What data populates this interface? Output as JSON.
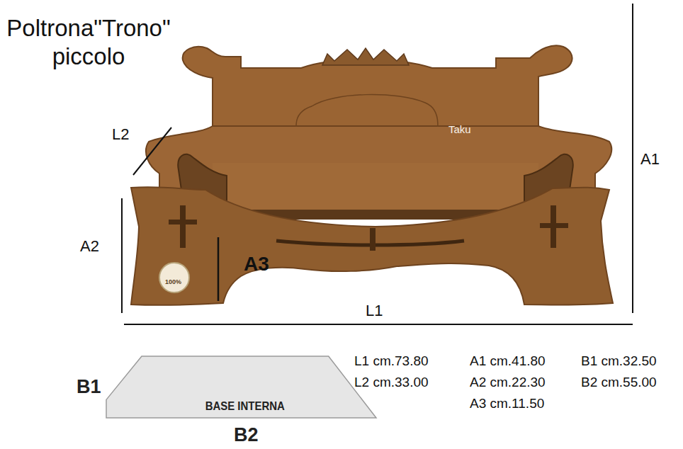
{
  "diagram": {
    "title": "Poltrona\"Trono\" piccolo",
    "nodes": [
      {
        "text": [
          "BASE INTERNA"
        ]
      }
    ],
    "labels": [
      "L2",
      "A2",
      "A3",
      "L1",
      "A1",
      "Taku",
      "100%",
      "B1",
      "B2",
      "L1 cm.73.80",
      "A1 cm.41.80",
      "B1 cm.32.50",
      "L2 cm.33.00",
      "A2 cm.22.30",
      "B2 cm.55.00",
      "A3 cm.11.50"
    ]
  }
}
